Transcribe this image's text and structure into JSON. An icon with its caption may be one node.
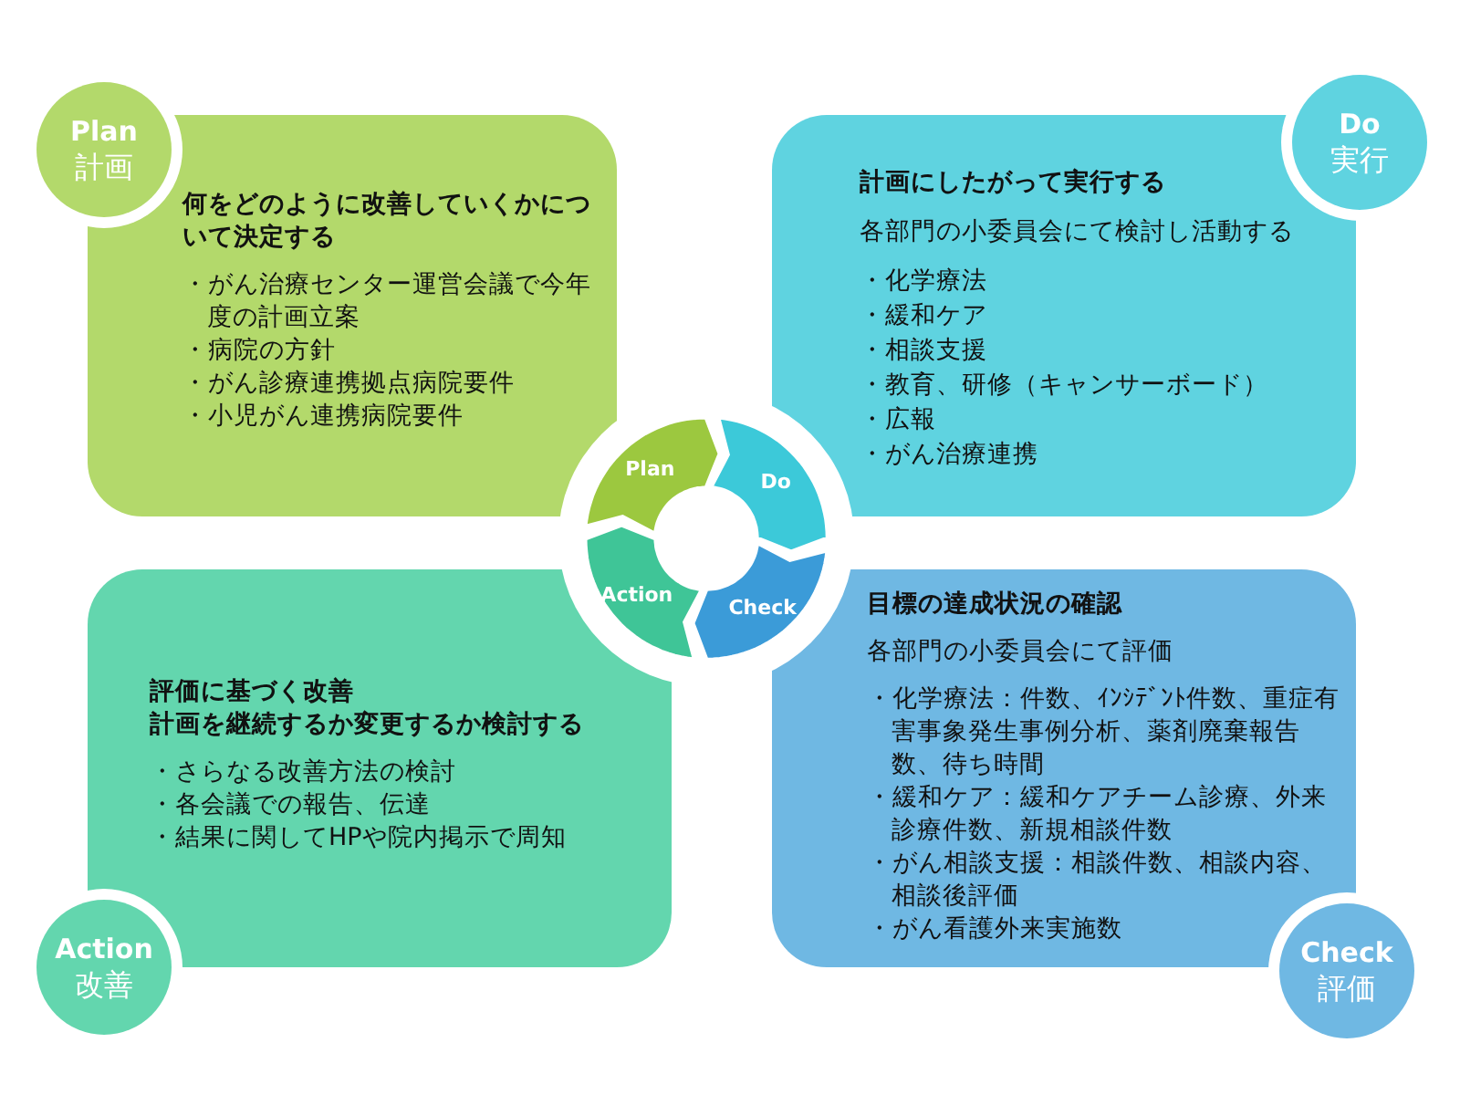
{
  "diagram": {
    "nodes": [
      {
        "text": [
          "Plan",
          "計画"
        ]
      },
      {
        "text": [
          "何をどのように改善していくかについて決定する",
          "・がん治療センター運営会議で今年度の計画立案",
          "・病院の方針",
          "・がん診療連携拠点病院要件",
          "・小児がん連携病院要件"
        ]
      },
      {
        "text": [
          "Do",
          "実行"
        ]
      },
      {
        "text": [
          "計画にしたがって実行する",
          "各部門の小委員会にて検討し活動する",
          "・化学療法",
          "・緩和ケア",
          "・相談支援",
          "・教育、研修（キャンサーボード）",
          "・広報",
          "・がん治療連携"
        ]
      },
      {
        "text": [
          "Plan"
        ]
      },
      {
        "text": [
          "Do"
        ]
      },
      {
        "text": [
          "Check"
        ]
      },
      {
        "text": [
          "Action"
        ]
      },
      {
        "text": [
          "評価に基づく改善",
          "計画を継続するか変更するか検討する",
          "・さらなる改善方法の検討",
          "・各会議での報告、伝達",
          "・結果に関してHPや院内掲示で周知"
        ]
      },
      {
        "text": [
          "目標の達成状況の確認",
          "各部門の小委員会にて評価",
          "・化学療法：件数、ｲﾝｼﾃﾞﾝﾄ件数、重症有害事象発生事例分析、薬剤廃棄報告数、待ち時間",
          "・緩和ケア：緩和ケアチーム診療、外来診療件数、新規相談件数",
          "・がん相談支援：相談件数、相談内容、相談後評価",
          "・がん看護外来実施数"
        ]
      },
      {
        "text": [
          "Action",
          "改善"
        ]
      },
      {
        "text": [
          "Check",
          "評価"
        ]
      }
    ]
  }
}
